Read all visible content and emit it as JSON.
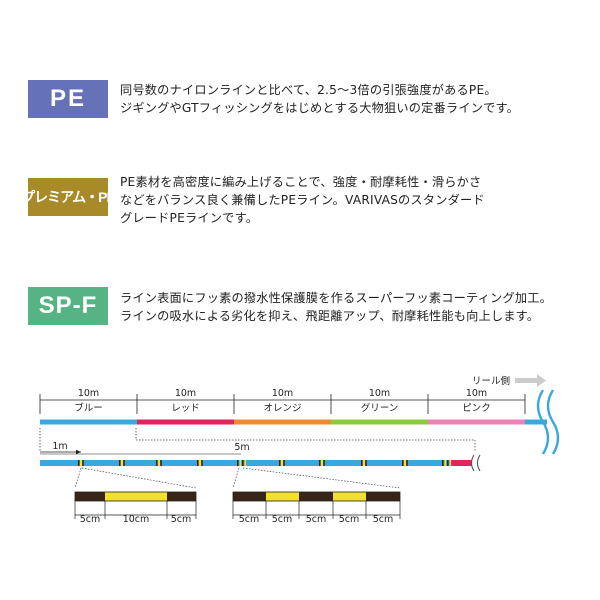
{
  "sections": [
    {
      "badge": "PE",
      "lines": [
        "同号数のナイロンラインと比べて、2.5～3倍の引張強度があるPE。",
        "ジギングやGTフィッシングをはじめとする大物狙いの定番ラインです。"
      ]
    },
    {
      "badge": "プレミアム・PE",
      "lines": [
        "PE素材を高密度に編み上げることで、強度・耐摩耗性・滑らかさ",
        "などをバランス良く兼備したPEライン。VARIVASのスタンダード",
        "グレードPEラインです。"
      ]
    },
    {
      "badge": "SP-F",
      "lines": [
        "ライン表面にフッ素の撥水性保護膜を作るスーパーフッ素コーティング加工。",
        "ラインの吸水による劣化を抑え、飛距離アップ、耐摩耗性能も向上します。"
      ]
    }
  ],
  "colors": {
    "pe_badge": "#6672b8",
    "premium_badge": "#a88a28",
    "spf_badge": "#56b384",
    "blue": "#3aa7dd",
    "red": "#e0245e",
    "orange": "#ef8a32",
    "green": "#8ccb3c",
    "pink": "#ee82b4",
    "marker_yellow": "#f2e02a",
    "marker_dark": "#3a2418"
  },
  "diagram": {
    "reel_label": "リール側",
    "segments": [
      {
        "length": "10m",
        "name": "ブルー",
        "color": "#3aa7dd"
      },
      {
        "length": "10m",
        "name": "レッド",
        "color": "#e0245e"
      },
      {
        "length": "10m",
        "name": "オレンジ",
        "color": "#ef8a32"
      },
      {
        "length": "10m",
        "name": "グリーン",
        "color": "#8ccb3c"
      },
      {
        "length": "10m",
        "name": "ピンク",
        "color": "#ee82b4"
      }
    ],
    "marker_1m": "1m",
    "marker_5m": "5m",
    "detail_left": [
      "5cm",
      "10cm",
      "5cm"
    ],
    "detail_right": [
      "5cm",
      "5cm",
      "5cm",
      "5cm",
      "5cm"
    ]
  }
}
